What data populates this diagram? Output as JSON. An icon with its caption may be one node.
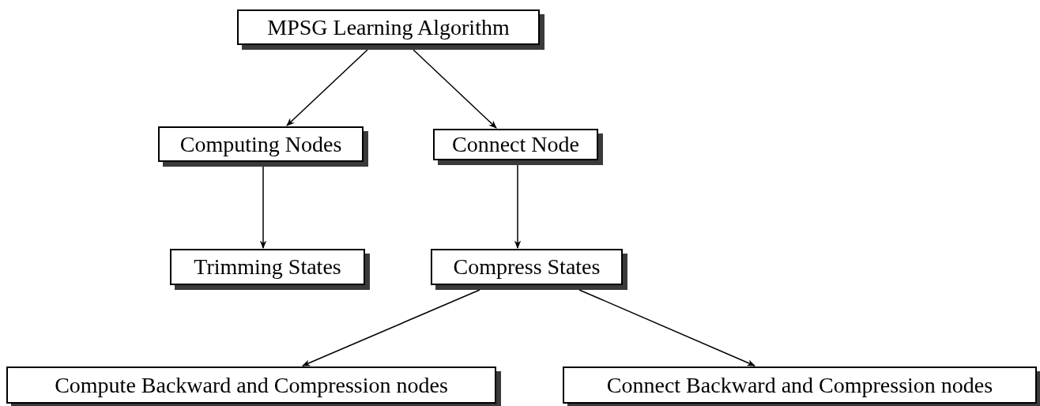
{
  "diagram": {
    "nodes": [
      {
        "text": [
          "MPSG Learning Algorithm"
        ]
      },
      {
        "text": [
          "Computing Nodes"
        ]
      },
      {
        "text": [
          "Connect Node"
        ]
      },
      {
        "text": [
          "Trimming States"
        ]
      },
      {
        "text": [
          "Compress States"
        ]
      },
      {
        "text": [
          "Compute Backward and Compression nodes"
        ]
      },
      {
        "text": [
          "Connect Backward and Compression nodes"
        ]
      }
    ],
    "edges": [
      {
        "from": 0,
        "to": 1,
        "arrow": "to"
      },
      {
        "from": 0,
        "to": 2,
        "arrow": "to"
      },
      {
        "from": 1,
        "to": 3,
        "arrow": "to"
      },
      {
        "from": 2,
        "to": 4,
        "arrow": "to"
      },
      {
        "from": 4,
        "to": 5,
        "arrow": "to"
      },
      {
        "from": 4,
        "to": 6,
        "arrow": "to"
      }
    ]
  }
}
